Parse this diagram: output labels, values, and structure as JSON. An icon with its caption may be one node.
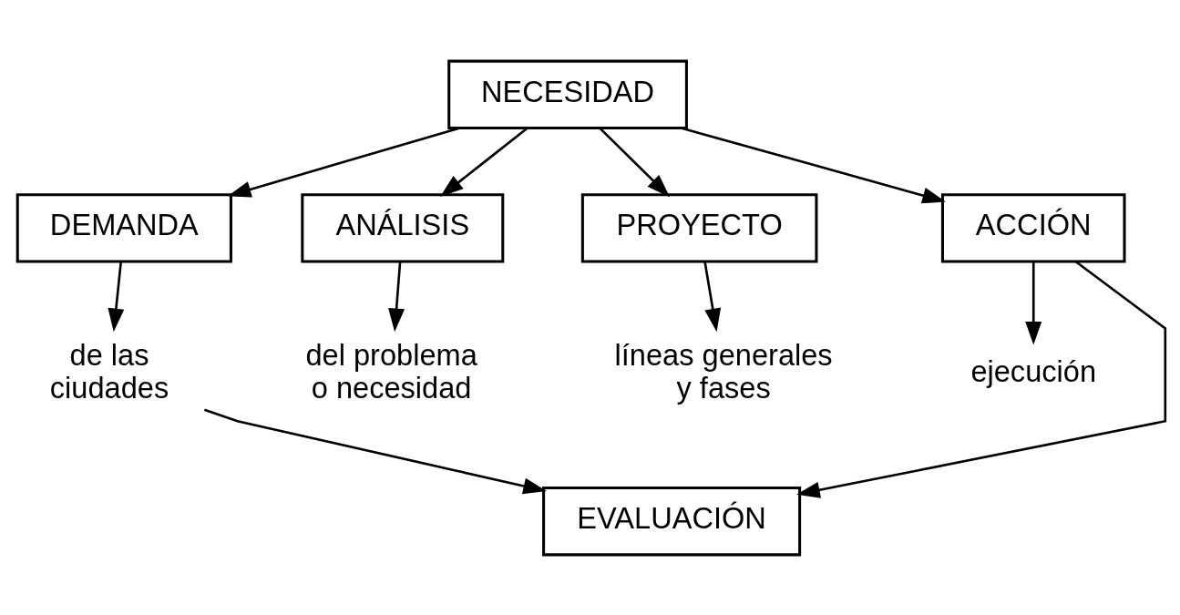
{
  "diagram": {
    "nodes": [
      {
        "text": [
          "NECESIDAD"
        ]
      },
      {
        "text": [
          "DEMANDA"
        ]
      },
      {
        "text": [
          "ANÁLISIS"
        ]
      },
      {
        "text": [
          "PROYECTO"
        ]
      },
      {
        "text": [
          "ACCIÓN"
        ]
      },
      {
        "text": [
          "de las ciudades"
        ]
      },
      {
        "text": [
          "del problema o necesidad"
        ]
      },
      {
        "text": [
          "líneas generales y fases"
        ]
      },
      {
        "text": [
          "ejecución"
        ]
      },
      {
        "text": [
          "EVALUACIÓN"
        ]
      }
    ],
    "edges": [
      {
        "from": 0,
        "to": 1,
        "arrow": "to"
      },
      {
        "from": 0,
        "to": 2,
        "arrow": "to"
      },
      {
        "from": 0,
        "to": 3,
        "arrow": "to"
      },
      {
        "from": 0,
        "to": 4,
        "arrow": "to"
      },
      {
        "from": 1,
        "to": 5,
        "arrow": "to"
      },
      {
        "from": 2,
        "to": 6,
        "arrow": "to"
      },
      {
        "from": 3,
        "to": 7,
        "arrow": "to"
      },
      {
        "from": 4,
        "to": 8,
        "arrow": "to"
      },
      {
        "from": 5,
        "to": 9,
        "arrow": "to"
      },
      {
        "from": 4,
        "to": 9,
        "arrow": "to"
      }
    ]
  }
}
